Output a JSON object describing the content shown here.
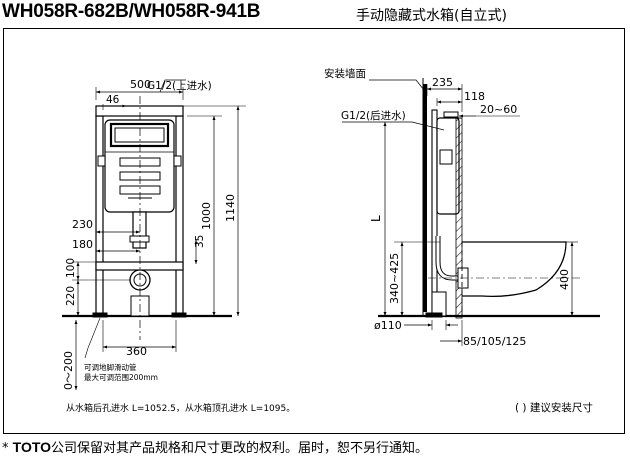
{
  "header": {
    "model": "WH058R-682B/WH058R-941B",
    "product_name": "手动隐藏式水箱(自立式)"
  },
  "front_view": {
    "inlet_top": "G1/2(上进水)",
    "dims": {
      "width_top": "500",
      "offset_46": "46",
      "d_230": "230",
      "d_180": "180",
      "d_35": "35",
      "d_100": "100",
      "d_220": "220",
      "d_360": "360",
      "height_1000": "1000",
      "height_1140": "1140",
      "range_0_200": "0～200"
    },
    "note_line1": "可调地脚滑动管",
    "note_line2": "最大可调范围200mm"
  },
  "side_view": {
    "wall_label": "安装墙面",
    "inlet_back": "G1/2(后进水)",
    "dims": {
      "d_235": "235",
      "d_118": "118",
      "d_20_60": "20~60",
      "L": "L",
      "d_340_425": "340~425",
      "d_400": "400",
      "dia_110": "ø110",
      "d_85_105_125": "85/105/125"
    }
  },
  "notes": {
    "inlet_length": "从水箱后孔进水 L=1052.5，从水箱顶孔进水 L=1095。",
    "legend": "( ) 建议安装尺寸"
  },
  "footer": {
    "bullet": "*",
    "brand": "TOTO",
    "text": "公司保留对其产品规格和尺寸更改的权利。届时，恕不另行通知。"
  }
}
